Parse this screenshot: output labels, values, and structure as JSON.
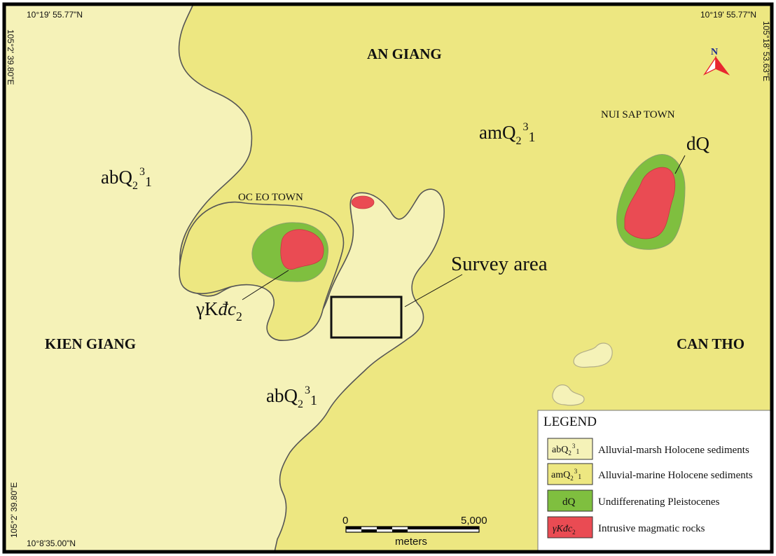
{
  "colors": {
    "light_yellow": "#f5f2b8",
    "yellow": "#ede781",
    "green": "#7fbf3f",
    "red": "#ea4b53",
    "frame": "#000000"
  },
  "coordinates": {
    "top_left_lat": "10°19' 55.77\"N",
    "top_right_lat": "10°19' 55.77\"N",
    "left_top_lon": "105°2' 39.80\"E",
    "right_top_lon": "105°18' 53.63\"E",
    "left_bottom_lon": "105°2' 39.80\"E",
    "bottom_left_lat": "10°8'35.00\"N"
  },
  "regions": {
    "an_giang": "AN GIANG",
    "kien_giang": "KIEN GIANG",
    "can_tho": "CAN THO"
  },
  "towns": {
    "oc_eo": "OC EO TOWN",
    "nui_sap": "NUI SAP TOWN"
  },
  "units": {
    "ab_base": "abQ",
    "am_base": "amQ",
    "sub2": "2",
    "sup3": "3",
    "sub1": "1",
    "dq": "dQ",
    "gk_gamma": "γ",
    "gk_k": "K",
    "gk_dc": "đc"
  },
  "survey_label": "Survey area",
  "north": {
    "letter": "N"
  },
  "scale": {
    "start": "0",
    "end": "5,000",
    "unit": "meters"
  },
  "legend": {
    "title": "LEGEND",
    "items": [
      {
        "description": "Alluvial-marsh Holocene sediments",
        "swatch": "#f5f2b8"
      },
      {
        "description": "Alluvial-marine Holocene sediments",
        "swatch": "#ede781"
      },
      {
        "description": "Undifferenating Pleistocenes",
        "swatch": "#7fbf3f"
      },
      {
        "description": "Intrusive magmatic rocks",
        "swatch": "#ea4b53"
      }
    ]
  }
}
